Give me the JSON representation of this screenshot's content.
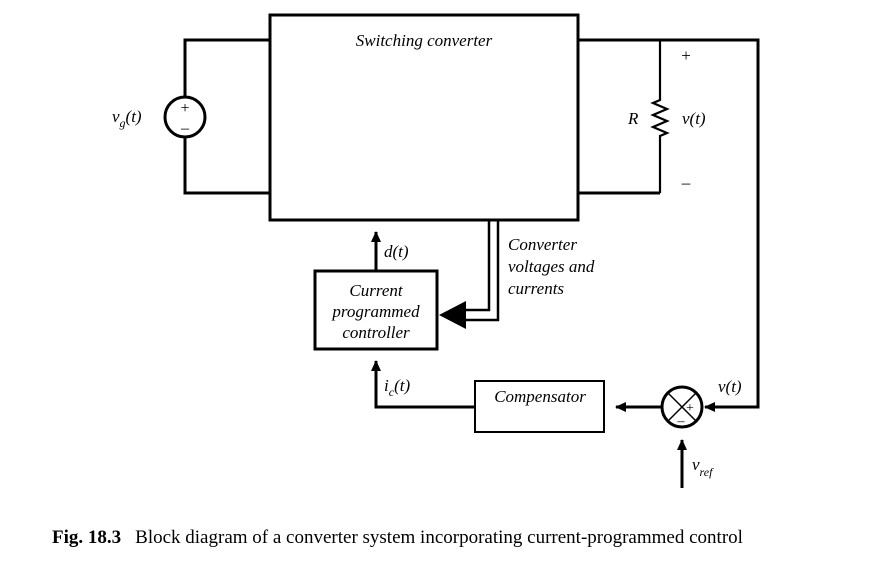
{
  "diagram": {
    "switching_converter": "Switching converter",
    "source_label": {
      "v": "v",
      "sub": "g",
      "t": "(t)"
    },
    "source_plus": "+",
    "source_minus": "–",
    "resistor_label": "R",
    "output_voltage": "v(t)",
    "output_plus": "+",
    "output_minus": "–",
    "duty_label": "d(t)",
    "converter_signals": [
      "Converter",
      "voltages and",
      "currents"
    ],
    "controller": [
      "Current",
      "programmed",
      "controller"
    ],
    "control_current": {
      "i": "i",
      "sub": "c",
      "t": "(t)"
    },
    "compensator": "Compensator",
    "feedback_voltage": "v(t)",
    "reference": {
      "v": "v",
      "sub": "ref"
    },
    "summer_plus": "+",
    "summer_minus": "–"
  },
  "caption": {
    "number": "Fig. 18.3",
    "text": "Block diagram of a converter system incorporating current-programmed control"
  }
}
